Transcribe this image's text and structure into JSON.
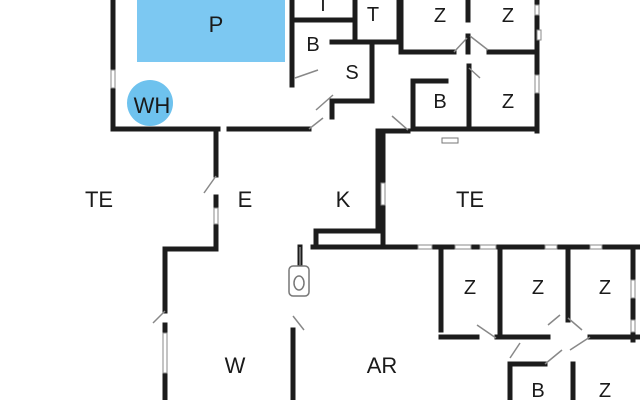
{
  "colors": {
    "wall": "#1c1c1c",
    "pool": "#7cc8f2",
    "whirlpool": "#6ec2ee",
    "window": "#ffffff",
    "door": "#888888",
    "background": "#ffffff"
  },
  "rooms": {
    "pool": "P",
    "whirlpool": "WH",
    "toilet_top": "T",
    "toilet_upper": "T",
    "bath_upper_left": "B",
    "sauna": "S",
    "bedroom_top_1": "Z",
    "bedroom_top_2": "Z",
    "bath_upper_right": "B",
    "bedroom_upper_right": "Z",
    "terrace_left": "TE",
    "entrance": "E",
    "kitchen": "K",
    "terrace_right": "TE",
    "bedroom_lower_1": "Z",
    "bedroom_lower_2": "Z",
    "bedroom_lower_3": "Z",
    "living": "W",
    "activity_room": "AR",
    "bath_lower": "B",
    "bedroom_lower_4": "Z"
  }
}
